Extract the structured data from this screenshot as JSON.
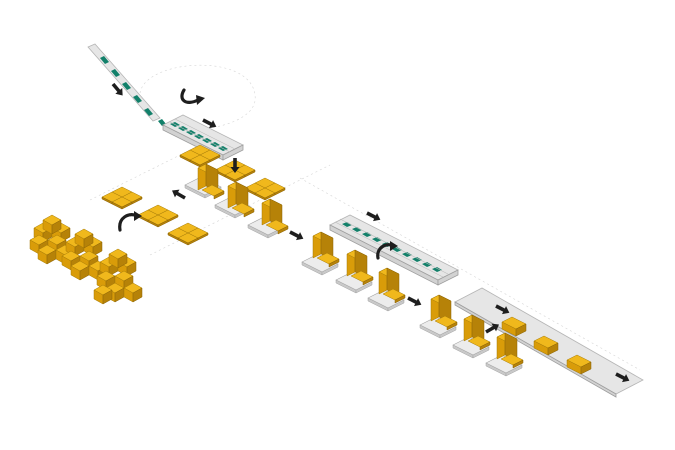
{
  "diagram": {
    "colors": {
      "product": "#f0b81c",
      "product_shadow": "#b68208",
      "conveyor": "#e6e6e6",
      "accent_green": "#12806a",
      "arrow": "#1e1e1e"
    },
    "stations": [
      "feed-chute",
      "first-roller-conveyor",
      "folding-stage-1",
      "second-roller-conveyor",
      "folding-stage-2",
      "output-conveyor",
      "stacked-product-pile"
    ],
    "flow_direction_icons": [
      "arrow-right-icon",
      "arrow-down-icon",
      "rotate-arrow-icon"
    ]
  }
}
